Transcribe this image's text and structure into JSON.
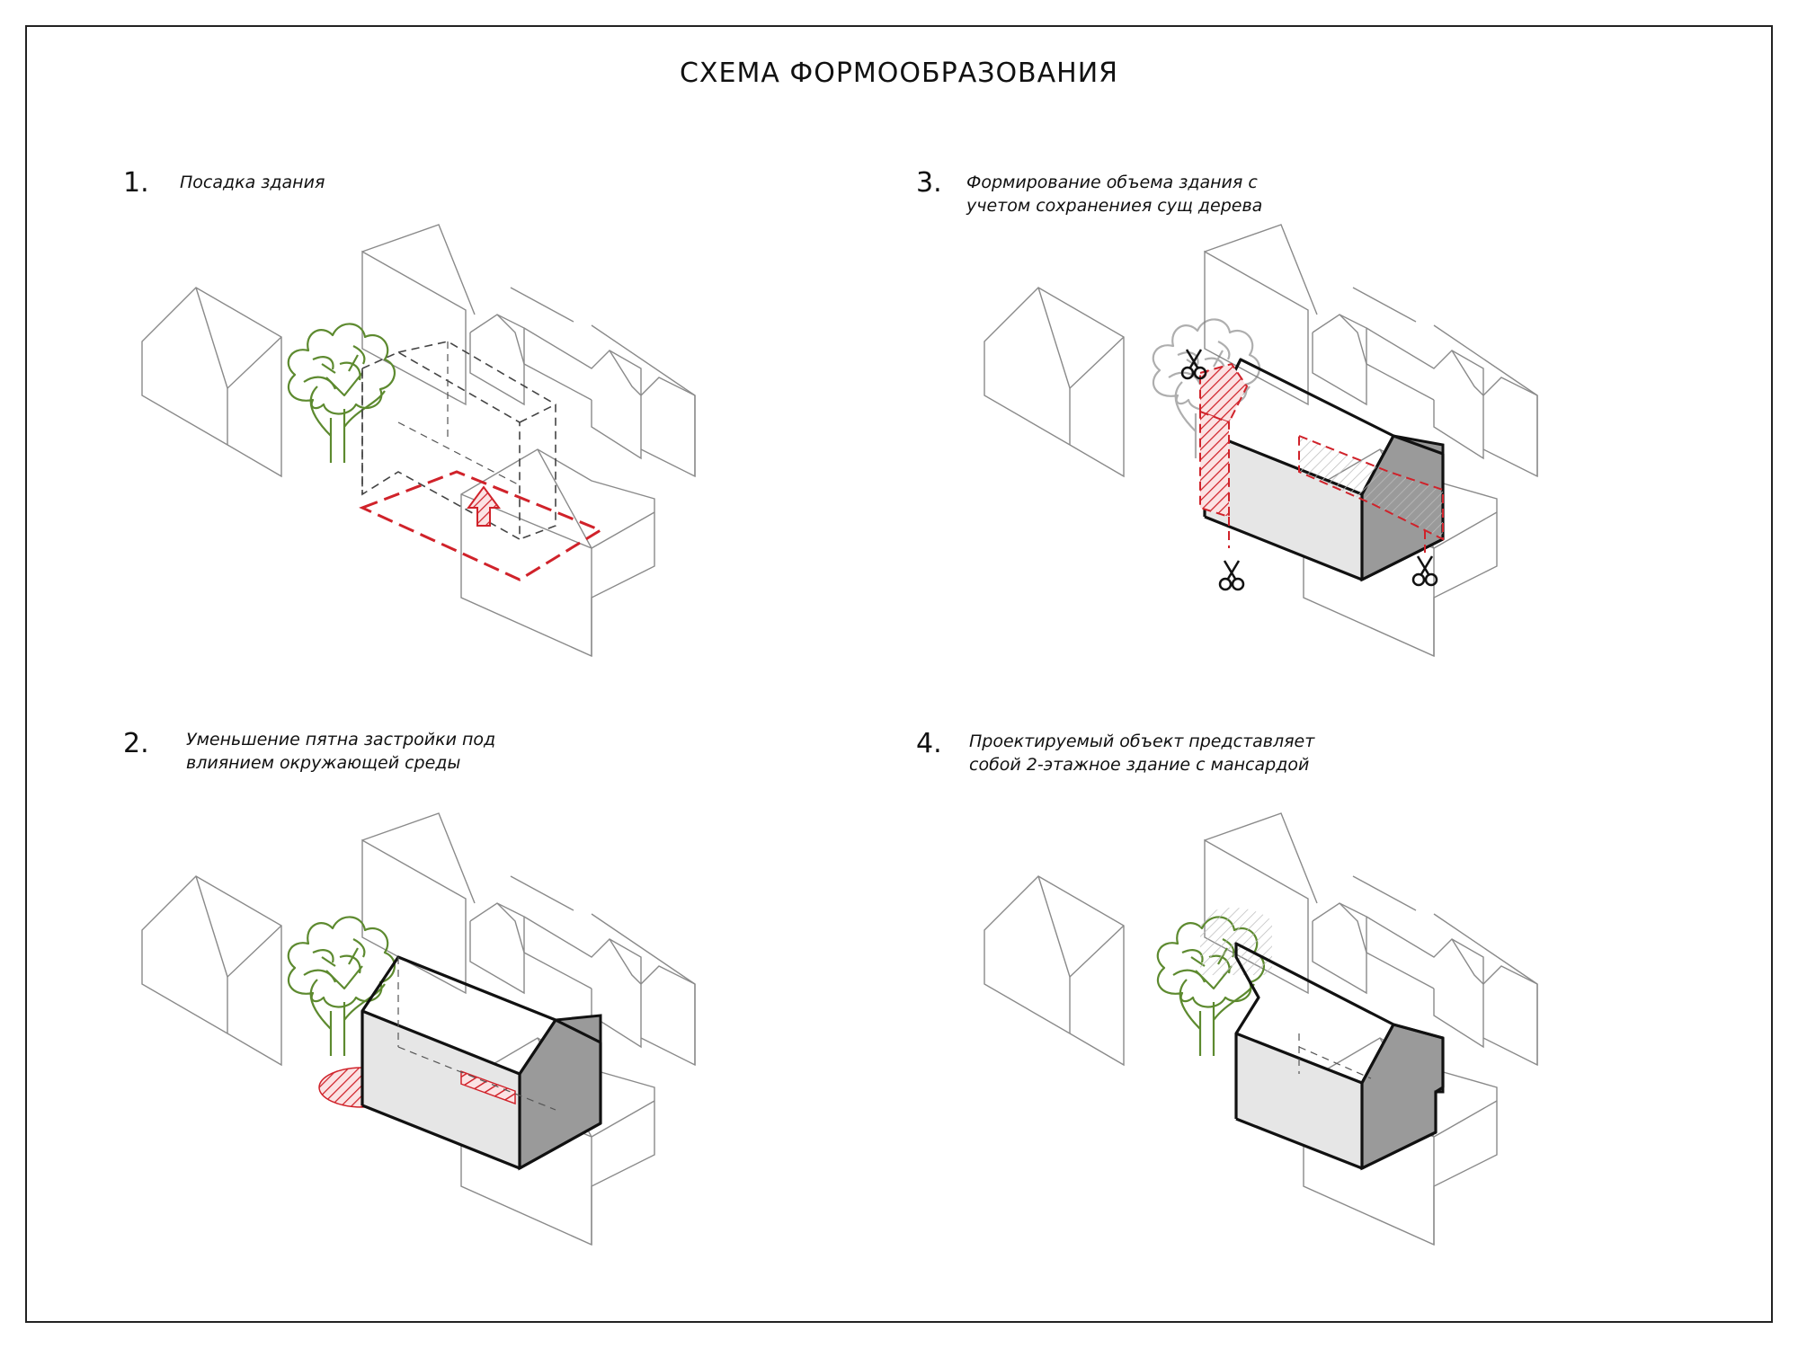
{
  "title": "СХЕМА ФОРМООБРАЗОВАНИЯ",
  "steps": [
    {
      "number": "1.",
      "lines": [
        "Посадка здания"
      ]
    },
    {
      "number": "2.",
      "lines": [
        "Уменьшение пятна застройки под",
        "влиянием окружающей среды"
      ]
    },
    {
      "number": "3.",
      "lines": [
        "Формирование объема здания  с",
        "учетом сохранениея сущ дерева"
      ]
    },
    {
      "number": "4.",
      "lines": [
        "Проектируемый объект представляет",
        "собой 2-этажное здание с мансардой"
      ]
    }
  ],
  "colors": {
    "accent": "#d0222a",
    "tree": "#5d8a2f",
    "context": "#8a8a8a",
    "mass_dark": "#9a9a9a",
    "mass_light": "#e6e6e6"
  },
  "icons": [
    "scissors-icon",
    "arrow-up-icon",
    "tree-icon"
  ]
}
